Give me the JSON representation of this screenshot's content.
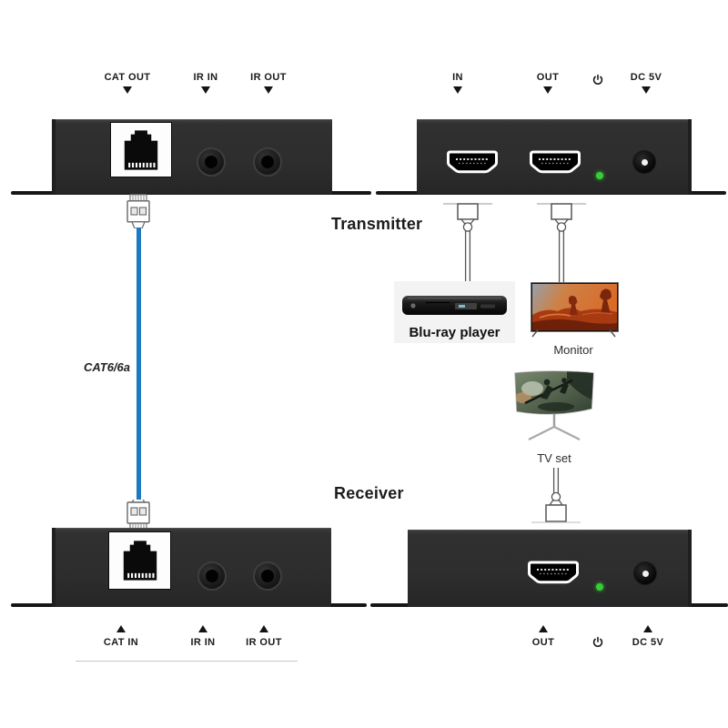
{
  "labels": {
    "transmitter": "Transmitter",
    "receiver": "Receiver",
    "cable": "CAT6/6a",
    "bluray": "Blu-ray player",
    "monitor": "Monitor",
    "tvset": "TV set"
  },
  "devices": {
    "tx_rear": {
      "ports": [
        {
          "label": "CAT OUT"
        },
        {
          "label": "IR IN"
        },
        {
          "label": "IR OUT"
        }
      ]
    },
    "tx_front": {
      "ports": [
        {
          "label": "IN"
        },
        {
          "label": "OUT"
        },
        {
          "label": "DC 5V"
        }
      ],
      "power_symbol": "standby-power"
    },
    "rx_rear": {
      "ports": [
        {
          "label": "CAT IN"
        },
        {
          "label": "IR IN"
        },
        {
          "label": "IR OUT"
        }
      ]
    },
    "rx_front": {
      "ports": [
        {
          "label": "OUT"
        },
        {
          "label": "DC 5V"
        }
      ],
      "power_symbol": "standby-power"
    }
  },
  "colors": {
    "cable_blue": "#1b7ac1",
    "led_green": "#35cd35",
    "chassis_dark": "#2d2d2d"
  }
}
